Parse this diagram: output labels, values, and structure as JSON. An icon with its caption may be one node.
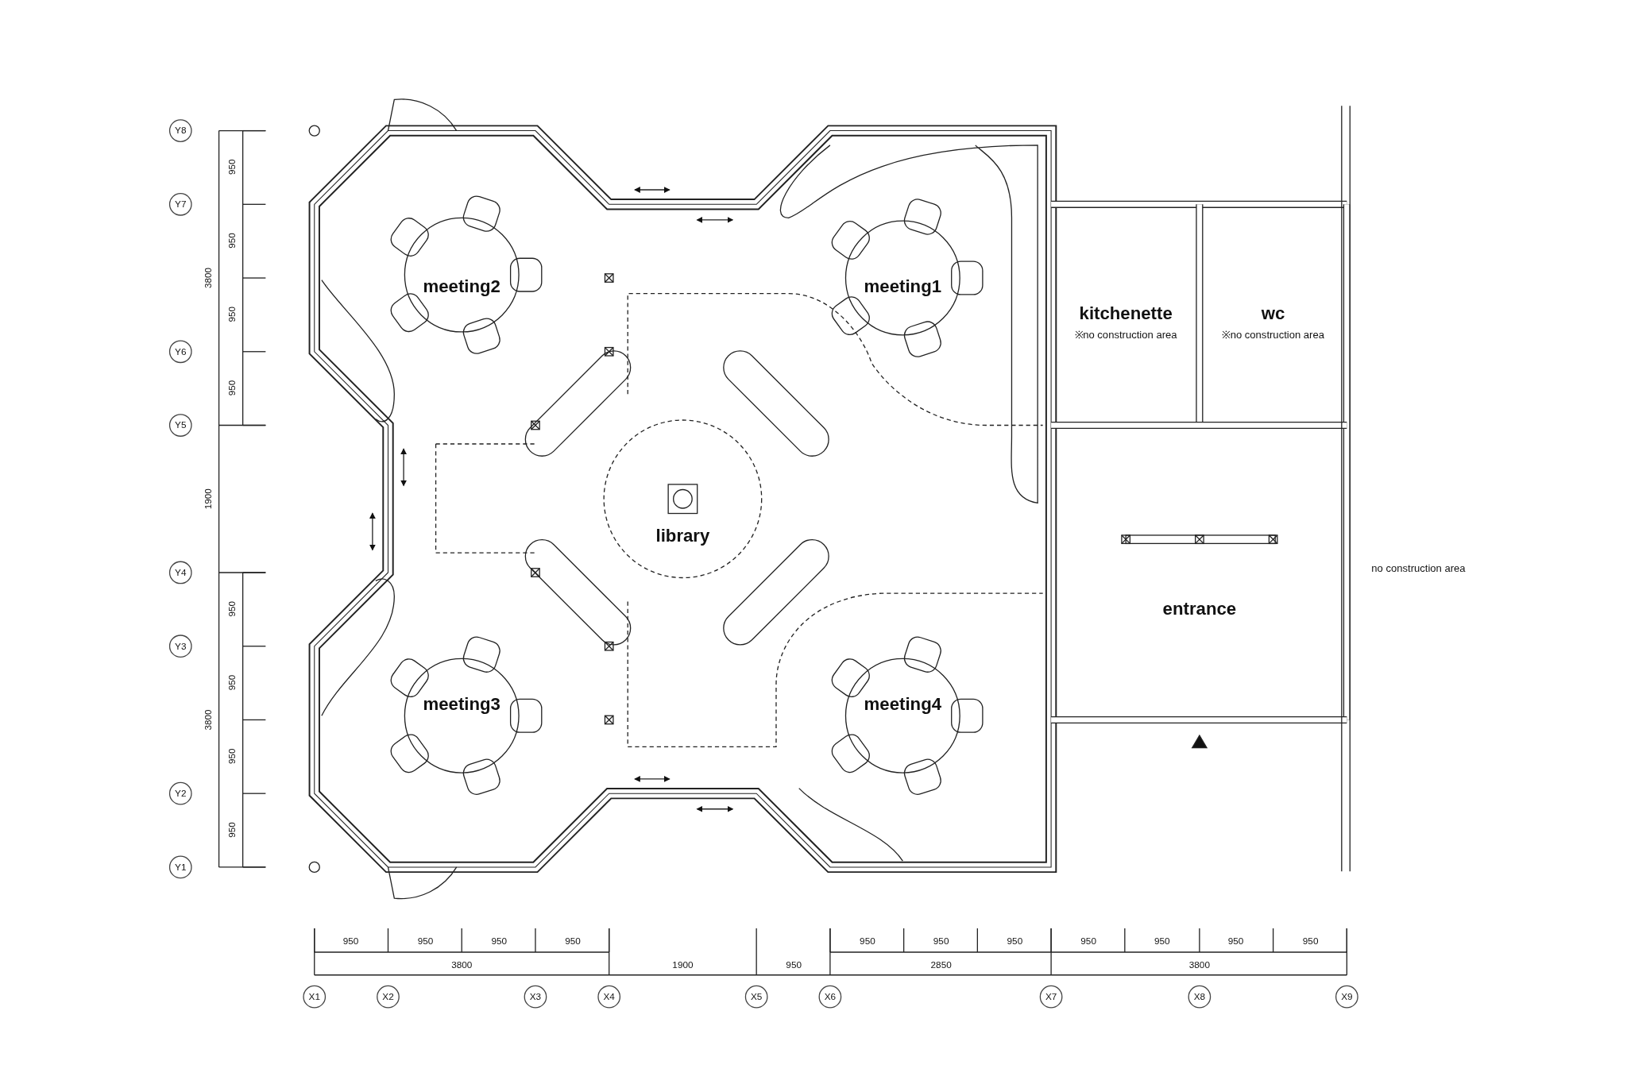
{
  "diagram": {
    "labels": [
      "Y8",
      "950",
      "Y7",
      "950",
      "3800",
      "meeting2",
      "meeting1",
      "kitchenette",
      "wc",
      "※no construction area",
      "※no construction area",
      "950",
      "Y6",
      "950",
      "Y5",
      "1900",
      "library",
      "Y4",
      "no construction area",
      "950",
      "entrance",
      "Y3",
      "950",
      "3800",
      "meeting3",
      "meeting4",
      "950",
      "Y2",
      "950",
      "Y1",
      "950",
      "950",
      "950",
      "950",
      "950",
      "950",
      "950",
      "950",
      "950",
      "950",
      "950",
      "3800",
      "1900",
      "950",
      "2850",
      "3800",
      "X1",
      "X2",
      "X3",
      "X4",
      "X5",
      "X6",
      "X7",
      "X8",
      "X9"
    ]
  }
}
